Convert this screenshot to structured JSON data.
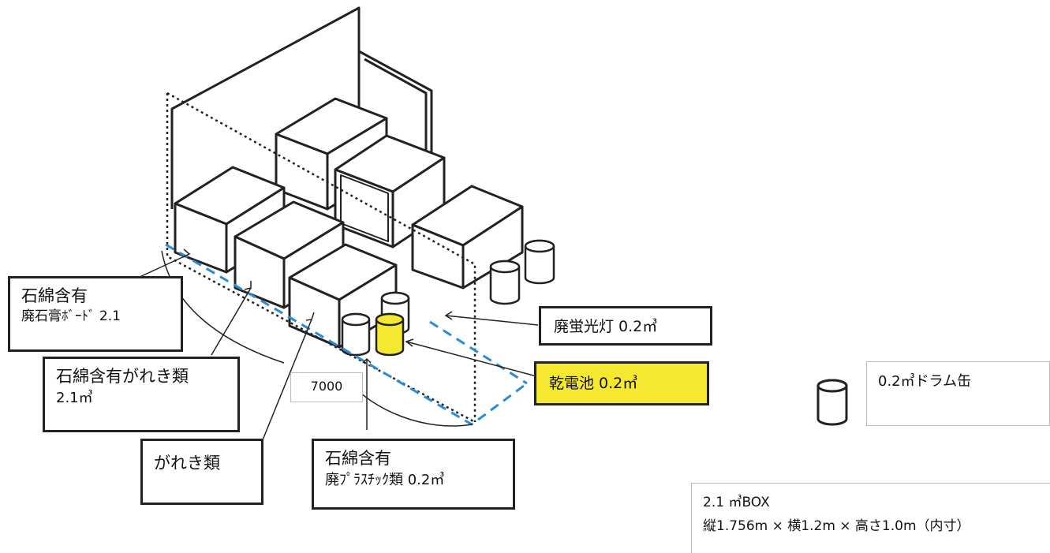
{
  "labels": {
    "asbestos_board": {
      "line1": "石綿含有",
      "line2": "廃石膏ﾎﾞｰﾄﾞ  2.1"
    },
    "asbestos_rubble": {
      "line1": "石綿含有がれき類",
      "line2": "2.1㎥"
    },
    "rubble": "がれき類",
    "asbestos_plastic": {
      "line1": "石綿含有",
      "line2": "廃ﾌﾟﾗｽﾁｯｸ類  0.2㎥"
    },
    "fluorescent": "廃蛍光灯  0.2㎥",
    "battery": "乾電池  0.2㎥",
    "dimension": "7000"
  },
  "legend": {
    "drum": "0.2㎥ドラム缶",
    "box_line1": "2.1 ㎥BOX",
    "box_line2": "縦1.756m × 横1.2m × 高さ1.0m（内寸）"
  },
  "colors": {
    "highlight": "#f5e830",
    "dashed_line": "#2a8bd6",
    "stroke": "#222222"
  }
}
